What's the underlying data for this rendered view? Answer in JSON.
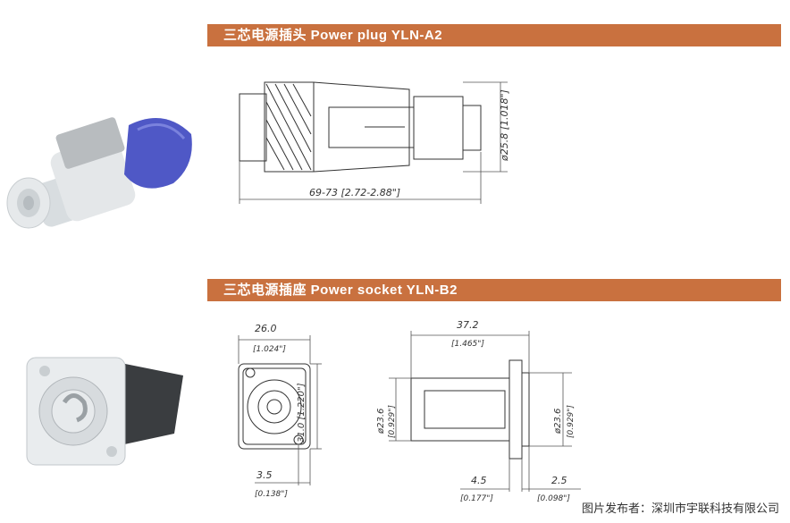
{
  "plug": {
    "title": "三芯电源插头  Power plug  YLN-A2",
    "length_dim": "69-73 [2.72-2.88\"]",
    "diameter_dim": "ø25.8 [1.018\"]"
  },
  "socket": {
    "title": "三芯电源插座  Power socket  YLN-B2",
    "front": {
      "width_dim": "26.0",
      "width_dim_in": "[1.024\"]",
      "height_dim": "31.0 [1.220\"]",
      "hole_offset_dim": "3.5",
      "hole_offset_dim_in": "[0.138\"]"
    },
    "side": {
      "length_dim": "37.2",
      "length_dim_in": "[1.465\"]",
      "left_diameter_dim": "ø23.6",
      "left_diameter_dim_in": "[0.929\"]",
      "right_diameter_dim": "ø23.6",
      "right_diameter_dim_in": "[0.929\"]",
      "offset_left_dim": "4.5",
      "offset_left_dim_in": "[0.177\"]",
      "offset_right_dim": "2.5",
      "offset_right_dim_in": "[0.098\"]"
    }
  },
  "footer": {
    "text": "图片发布者：深圳市宇联科技有限公司"
  }
}
